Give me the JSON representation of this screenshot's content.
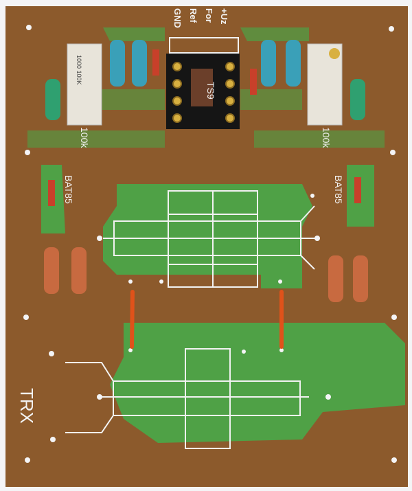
{
  "board": {
    "connector_labels": [
      "GND",
      "Ref",
      "For",
      "+Uz"
    ],
    "ic_label": "TS9",
    "pot_labels": [
      "100k",
      "100k"
    ],
    "diode_labels": [
      "BAT85",
      "BAT85"
    ],
    "port_label": "TRX",
    "trimmer_marking": "1000 100K"
  },
  "colors": {
    "substrate": "#8c5a2c",
    "copper_mask": "#49a84a",
    "silkscreen": "#f2f2f2",
    "socket": "#151515",
    "wire": "#e0521a"
  }
}
